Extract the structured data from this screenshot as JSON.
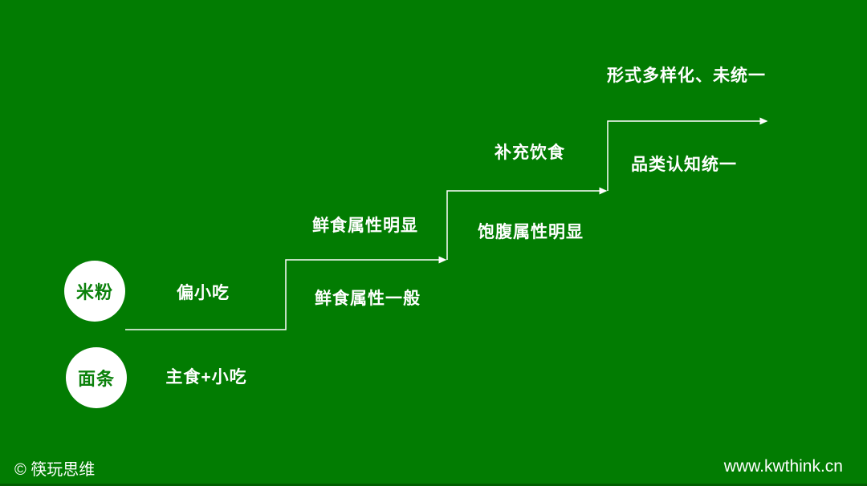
{
  "slide": {
    "background": "#027c02",
    "line_color": "#ffffff",
    "text_color": "#ffffff",
    "circle_fill": "#ffffff",
    "circle_text_color": "#0b810b"
  },
  "rows": [
    {
      "circle": "米粉",
      "label": "偏小吃"
    },
    {
      "circle": "面条",
      "label": "主食+小吃"
    }
  ],
  "stairs": [
    {
      "above": "鲜食属性明显",
      "below": "鲜食属性一般"
    },
    {
      "above": "补充饮食",
      "below": "饱腹属性明显"
    },
    {
      "above": "形式多样化、未统一",
      "below": "品类认知统一"
    }
  ],
  "footer": {
    "copyright": "© 筷玩思维",
    "website": "www.kwthink.cn"
  }
}
